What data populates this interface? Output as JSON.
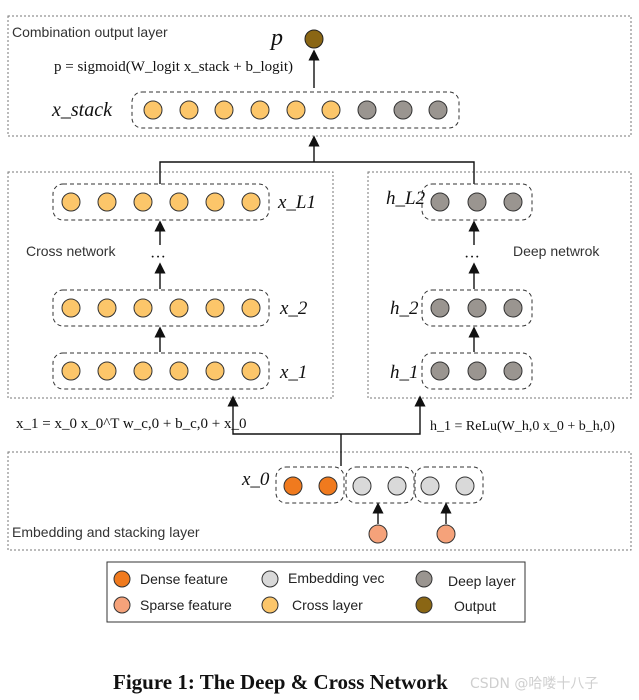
{
  "sections": {
    "combination": "Combination output layer",
    "cross": "Cross network",
    "deep": "Deep netwrok",
    "embedding": "Embedding and stacking layer"
  },
  "math": {
    "p": "p",
    "p_formula": "p = sigmoid(W_logit x_stack + b_logit)",
    "x_stack": "x_stack",
    "x_L1": "x_L1",
    "x2": "x_2",
    "x1": "x_1",
    "h_L2": "h_L2",
    "h2": "h_2",
    "h1": "h_1",
    "x0": "x_0",
    "dots": "···",
    "x1_formula": "x_1 = x_0 x_0^T w_c,0 + b_c,0 + x_0",
    "h1_formula": "h_1 = ReLu(W_h,0 x_0 + b_h,0)"
  },
  "legend": {
    "dense": "Dense feature",
    "sparse": "Sparse feature",
    "embedding": "Embedding vec",
    "cross": "Cross layer",
    "deep": "Deep layer",
    "output": "Output"
  },
  "caption": "Figure 1: The Deep & Cross Network",
  "watermark": "CSDN @哈喽十八子",
  "colors": {
    "dense": "#f07a1e",
    "sparse": "#f5a27a",
    "embedding": "#d9d9d9",
    "cross": "#fcc66a",
    "deep": "#9a9590",
    "output": "#8a6614"
  }
}
